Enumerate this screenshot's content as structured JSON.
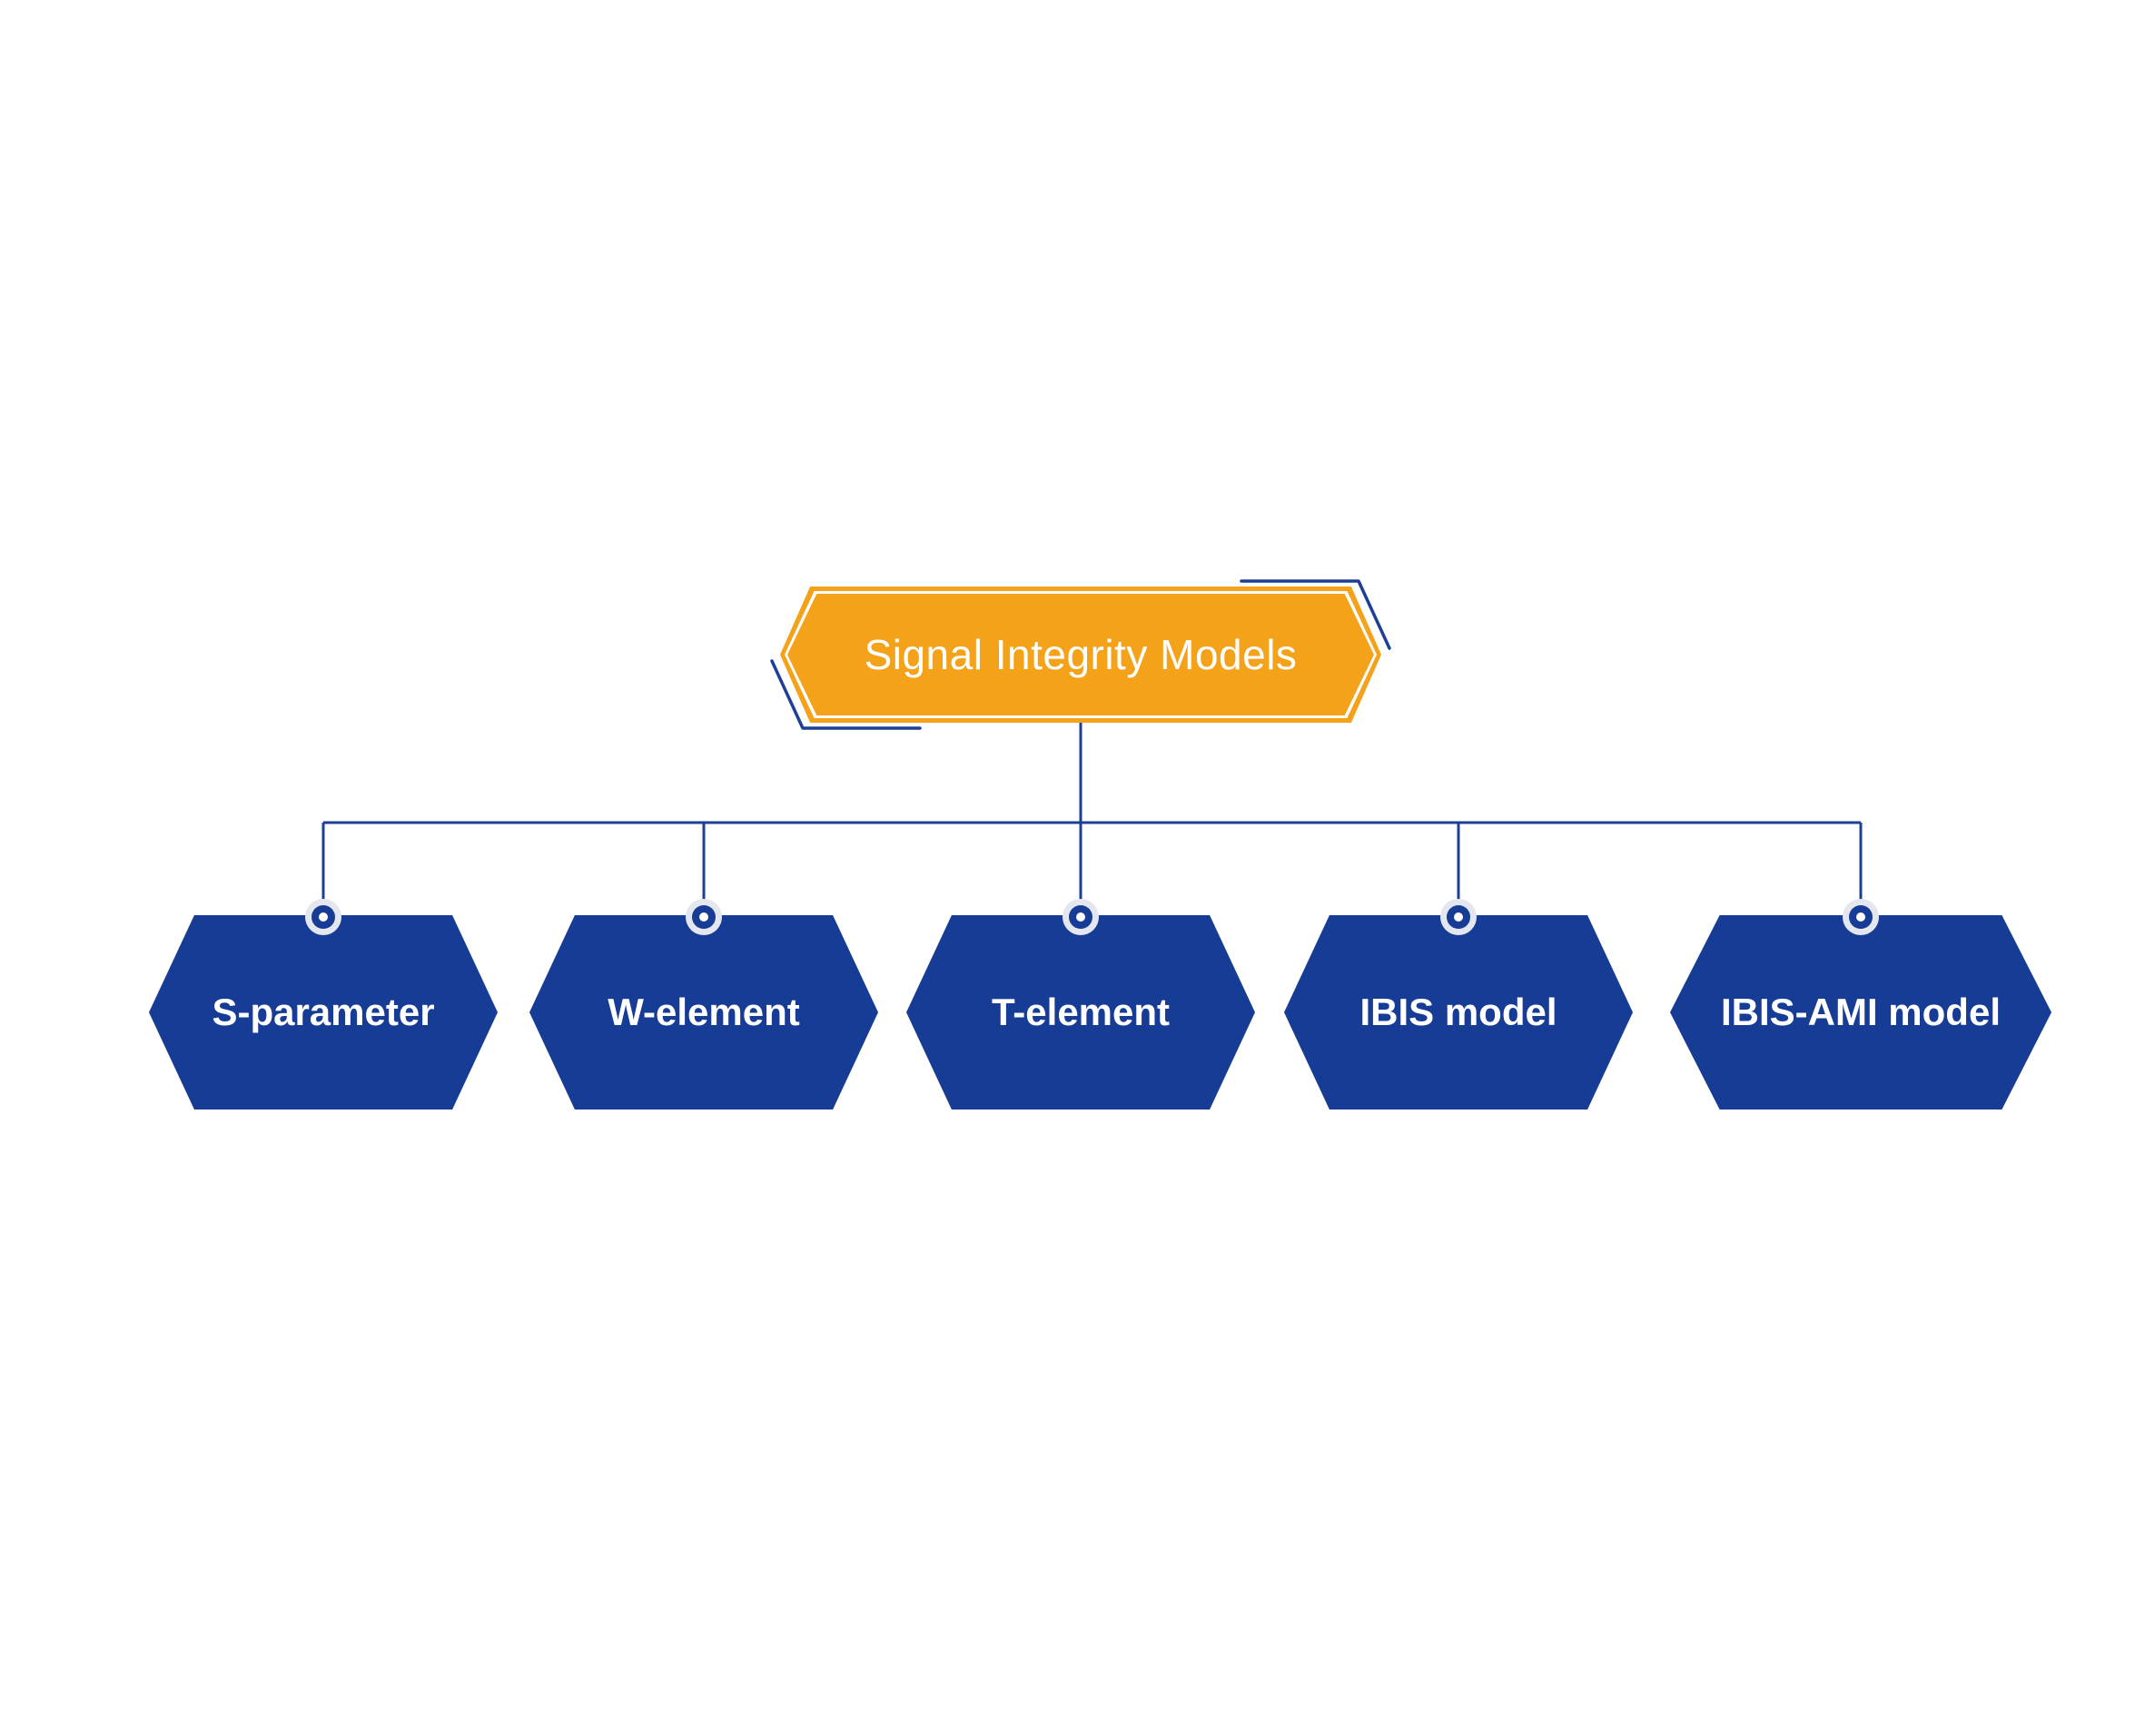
{
  "page": {
    "background": "#FFFFFF"
  },
  "diagram": {
    "type": "tree",
    "root": {
      "label": "Signal Integrity Models"
    },
    "children": [
      {
        "label": "S-parameter"
      },
      {
        "label": "W-element"
      },
      {
        "label": "T-element"
      },
      {
        "label": "IBIS model"
      },
      {
        "label": "IBIS-AMI model"
      }
    ],
    "colors": {
      "root_fill": "#F5A21B",
      "root_inner_ring": "#FFFFFF",
      "root_text": "#FFFFFF",
      "node_fill": "#173C96",
      "node_text": "#FFFFFF",
      "connector": "#1D3F96",
      "accent_outline": "#1D3F96",
      "junction_ring": "#E4E7F0",
      "junction_core": "#173C96",
      "junction_hole": "#FFFFFF"
    }
  }
}
